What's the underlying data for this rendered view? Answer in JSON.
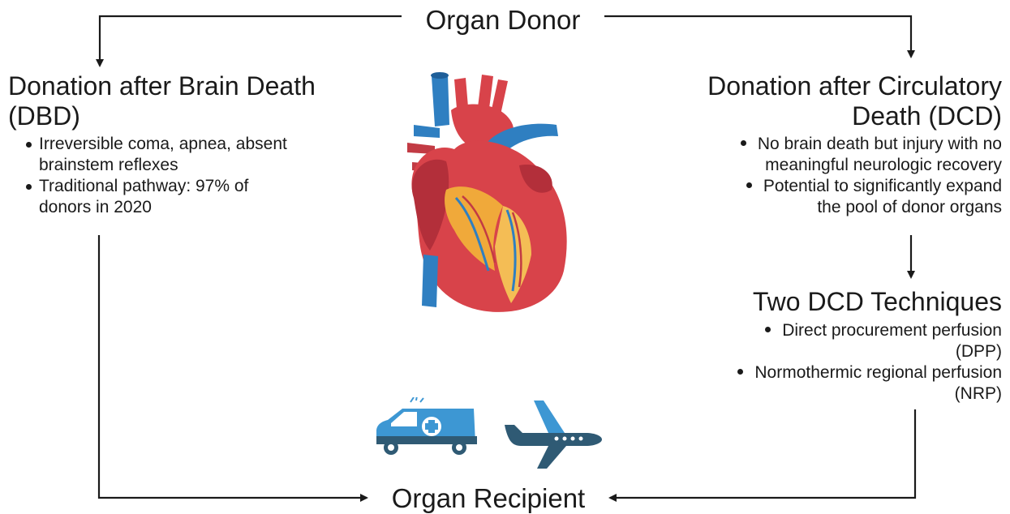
{
  "donor": {
    "title": "Organ Donor"
  },
  "recipient": {
    "title": "Organ Recipient"
  },
  "dbd": {
    "heading_line1": "Donation after Brain Death",
    "heading_line2": "(DBD)",
    "bullets": [
      {
        "line1": "Irreversible coma, apnea, absent",
        "line2": "brainstem reflexes"
      },
      {
        "line1": "Traditional pathway: 97% of",
        "line2": "donors in 2020"
      }
    ]
  },
  "dcd": {
    "heading_line1": "Donation after Circulatory",
    "heading_line2": "Death (DCD)",
    "bullets": [
      {
        "line1": "No brain death but injury with no",
        "line2": "meaningful neurologic recovery"
      },
      {
        "line1": "Potential to significantly expand",
        "line2": "the pool of donor organs"
      }
    ]
  },
  "techniques": {
    "heading": "Two DCD Techniques",
    "bullets": [
      {
        "line1": "Direct procurement perfusion",
        "line2": "(DPP)"
      },
      {
        "line1": "Normothermic regional perfusion",
        "line2": "(NRP)"
      }
    ]
  },
  "icons": {
    "heart": "anatomical-heart-icon",
    "ambulance": "ambulance-icon",
    "airplane": "airplane-icon"
  },
  "colors": {
    "heart_red": "#d8434a",
    "heart_dark_red": "#b32f3a",
    "vessel_blue": "#2f7fc1",
    "fat_yellow": "#f0a93a",
    "transport_blue": "#3d97d3",
    "transport_dark": "#2f5a74",
    "text": "#1a1a1a"
  }
}
